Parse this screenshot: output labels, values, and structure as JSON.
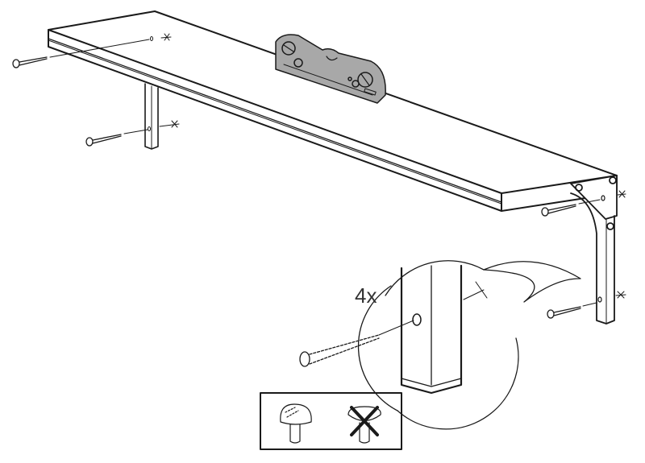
{
  "diagram": {
    "type": "assembly-instruction",
    "subject": "Wall shelf with two support brackets/legs and spirit level",
    "callout": {
      "quantity_label": "4x",
      "part": "screw"
    },
    "screw_guide": {
      "correct_label": "correct-screw-head",
      "incorrect_label": "incorrect-screw-head"
    },
    "colors": {
      "line": "#1a1a1a",
      "level_fill": "#a8a8a8",
      "background": "#ffffff"
    }
  }
}
